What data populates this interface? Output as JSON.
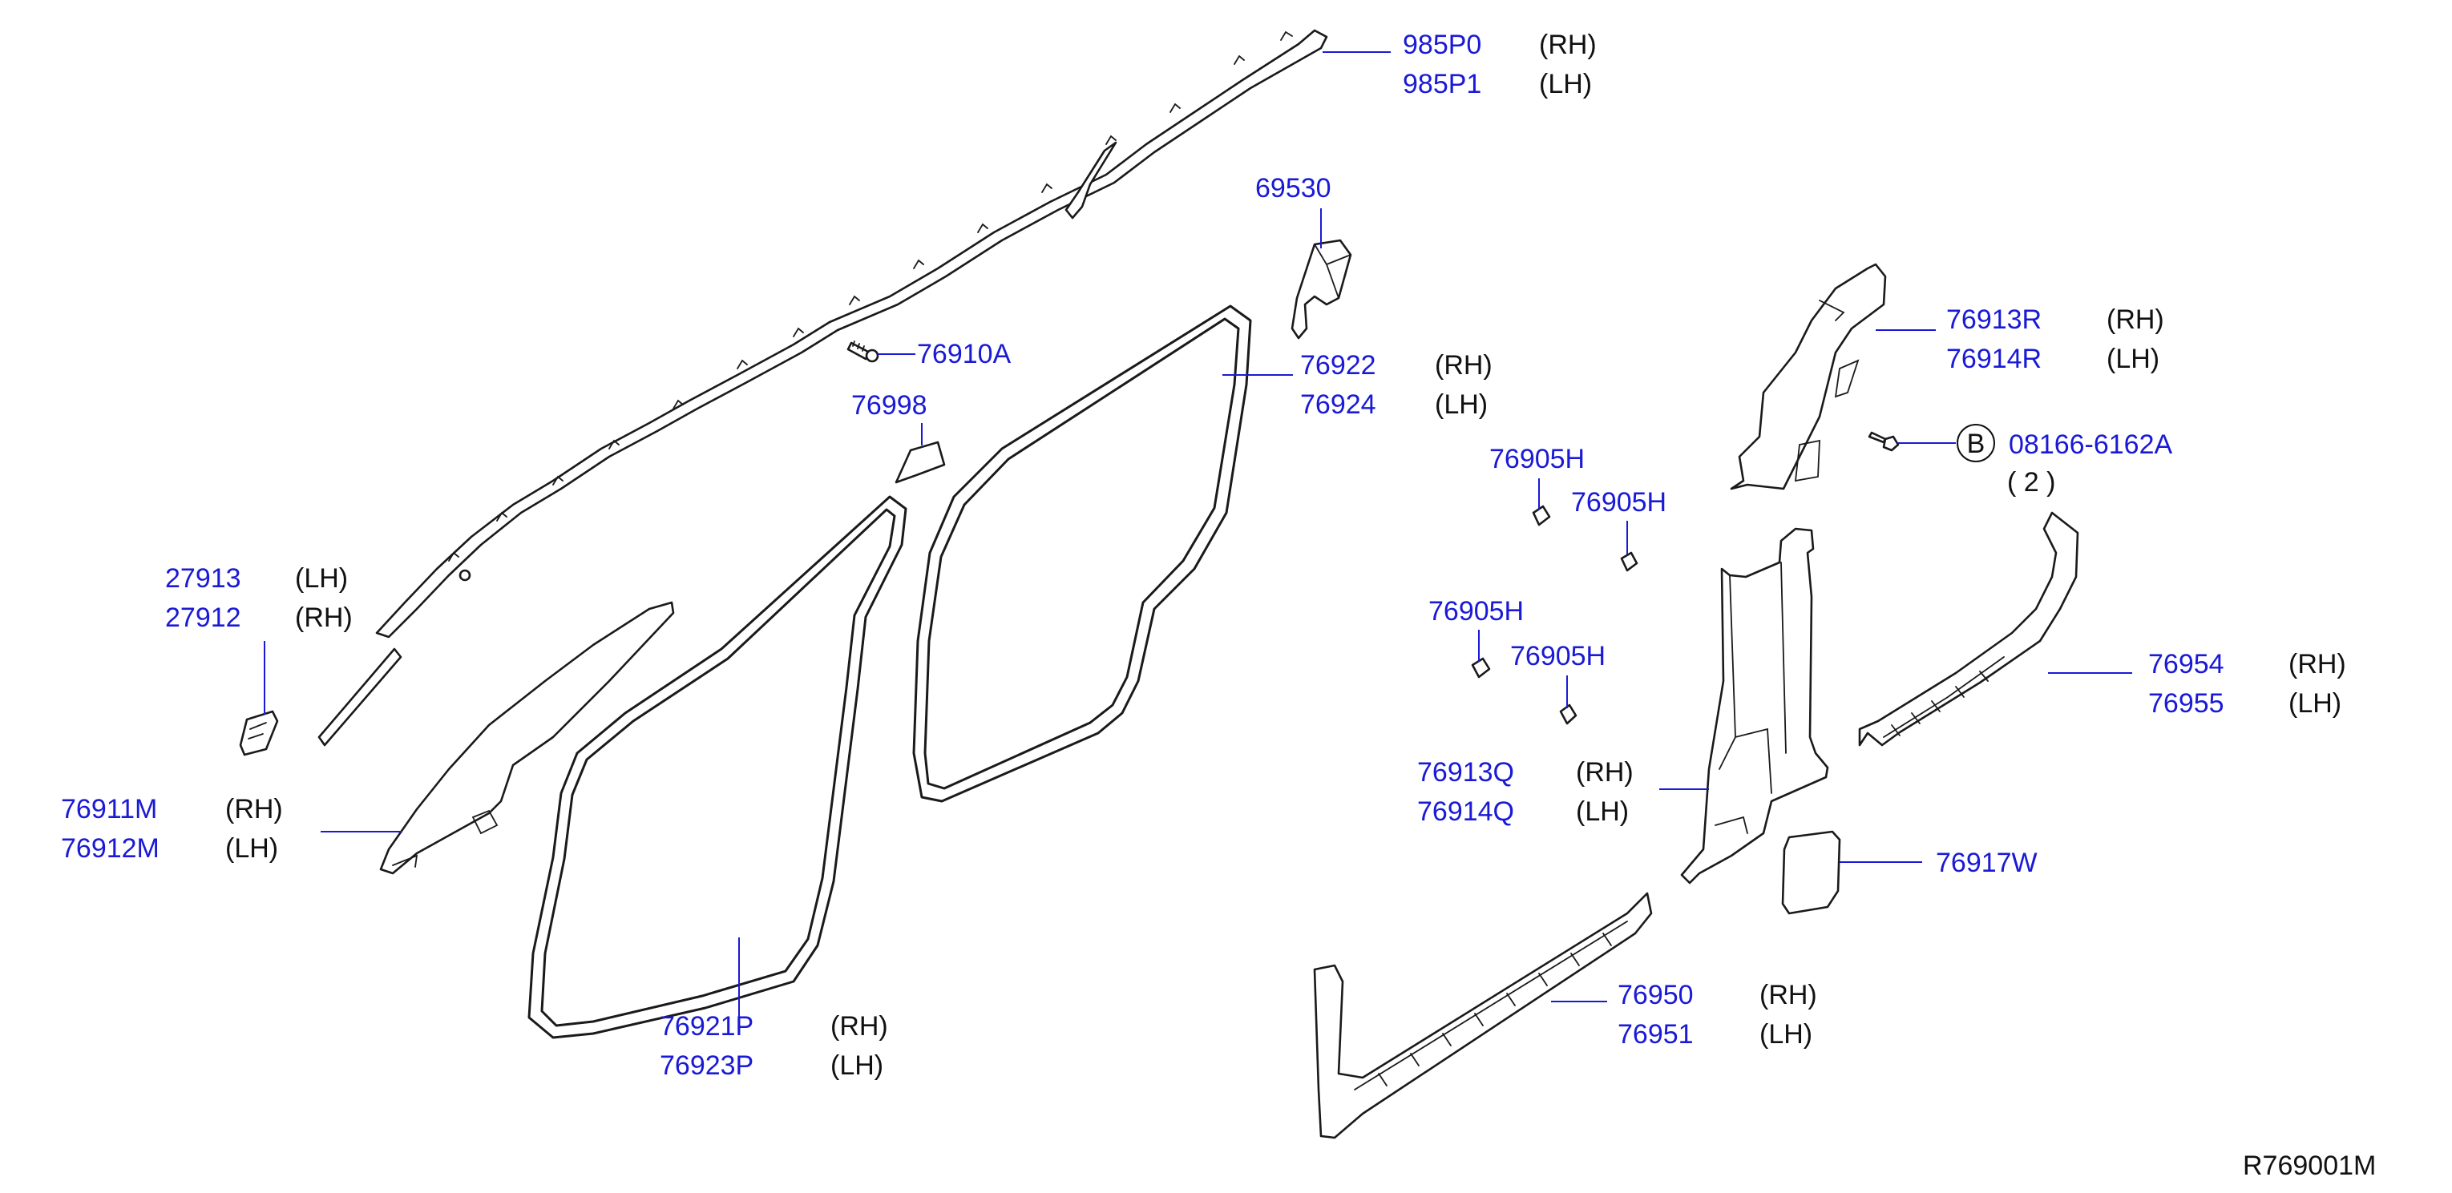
{
  "colors": {
    "part_number": "#1a1ad6",
    "side_text": "#111111",
    "line_art": "#1a1a1a",
    "background": "#ffffff"
  },
  "callouts": {
    "c985p": {
      "parts": [
        "985P0",
        "985P1"
      ],
      "sides": [
        "(RH)",
        "(LH)"
      ]
    },
    "c69530": {
      "parts": [
        "69530"
      ]
    },
    "c76910a": {
      "parts": [
        "76910A"
      ]
    },
    "c76998": {
      "parts": [
        "76998"
      ]
    },
    "c7692x": {
      "parts": [
        "76922",
        "76924"
      ],
      "sides": [
        "(RH)",
        "(LH)"
      ]
    },
    "c76913r": {
      "parts": [
        "76913R",
        "76914R"
      ],
      "sides": [
        "(RH)",
        "(LH)"
      ]
    },
    "c08166": {
      "badge": "B",
      "parts": [
        "08166-6162A"
      ],
      "qty": "( 2 )"
    },
    "c76905h_1": {
      "parts": [
        "76905H"
      ]
    },
    "c76905h_2": {
      "parts": [
        "76905H"
      ]
    },
    "c76905h_3": {
      "parts": [
        "76905H"
      ]
    },
    "c76905h_4": {
      "parts": [
        "76905H"
      ]
    },
    "c2791x": {
      "parts": [
        "27913",
        "27912"
      ],
      "sides": [
        "(LH)",
        "(RH)"
      ]
    },
    "c76911m": {
      "parts": [
        "76911M",
        "76912M"
      ],
      "sides": [
        "(RH)",
        "(LH)"
      ]
    },
    "c76954": {
      "parts": [
        "76954",
        "76955"
      ],
      "sides": [
        "(RH)",
        "(LH)"
      ]
    },
    "c76913q": {
      "parts": [
        "76913Q",
        "76914Q"
      ],
      "sides": [
        "(RH)",
        "(LH)"
      ]
    },
    "c76917w": {
      "parts": [
        "76917W"
      ]
    },
    "c76921p": {
      "parts": [
        "76921P",
        "76923P"
      ],
      "sides": [
        "(RH)",
        "(LH)"
      ]
    },
    "c76950": {
      "parts": [
        "76950",
        "76951"
      ],
      "sides": [
        "(RH)",
        "(LH)"
      ]
    }
  },
  "diagram_ref": "R769001M"
}
